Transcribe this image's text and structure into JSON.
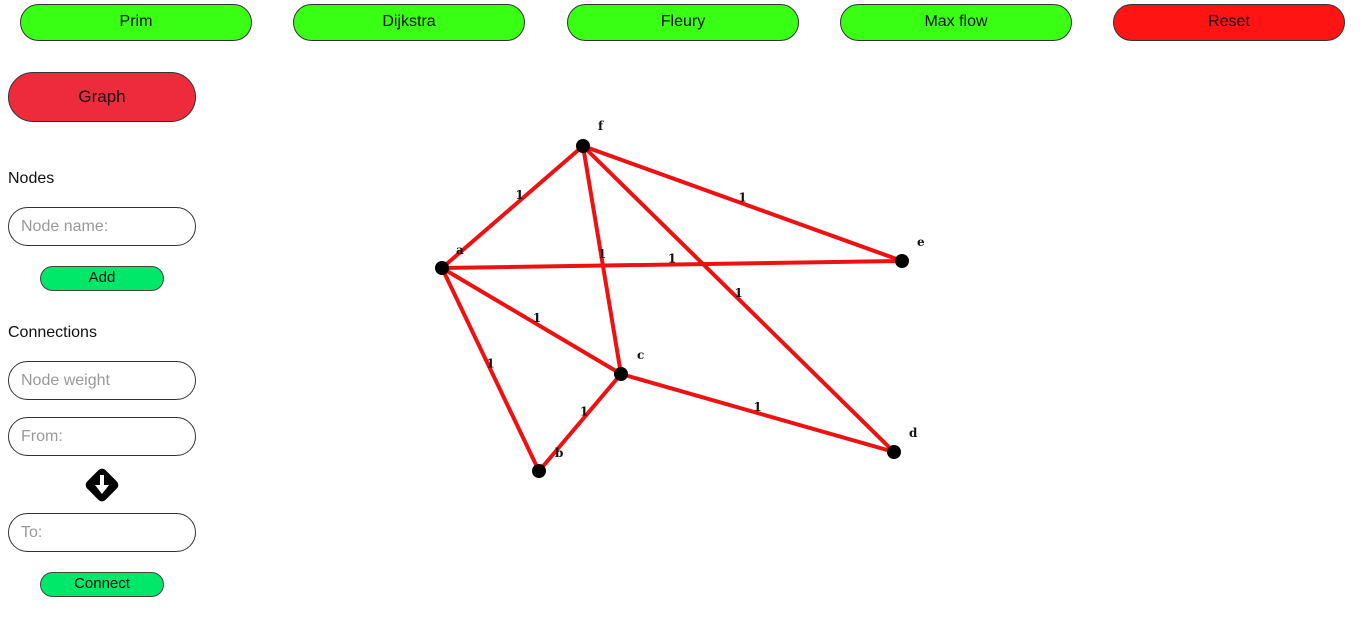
{
  "toolbar": {
    "prim": "Prim",
    "dijkstra": "Dijkstra",
    "fleury": "Fleury",
    "max_flow": "Max flow",
    "reset": "Reset"
  },
  "sidebar": {
    "graph_button": "Graph",
    "nodes_label": "Nodes",
    "node_name_placeholder": "Node name:",
    "add_button": "Add",
    "connections_label": "Connections",
    "weight_placeholder": "Node weight",
    "from_placeholder": "From:",
    "to_placeholder": "To:",
    "connect_button": "Connect"
  },
  "colors": {
    "algorithm_button": "#39ff14",
    "reset_button": "#ff1414",
    "graph_button": "#ee2b3c",
    "action_button": "#00e86a",
    "edge": "#ee1111"
  },
  "graph": {
    "nodes": [
      {
        "id": "a",
        "label": "a"
      },
      {
        "id": "b",
        "label": "b"
      },
      {
        "id": "c",
        "label": "c"
      },
      {
        "id": "d",
        "label": "d"
      },
      {
        "id": "e",
        "label": "e"
      },
      {
        "id": "f",
        "label": "f"
      }
    ],
    "edges": [
      {
        "from": "a",
        "to": "f",
        "weight": "1"
      },
      {
        "from": "f",
        "to": "e",
        "weight": "1"
      },
      {
        "from": "f",
        "to": "c",
        "weight": "1"
      },
      {
        "from": "a",
        "to": "e",
        "weight": "1"
      },
      {
        "from": "f",
        "to": "d",
        "weight": "1"
      },
      {
        "from": "a",
        "to": "c",
        "weight": "1"
      },
      {
        "from": "a",
        "to": "b",
        "weight": "1"
      },
      {
        "from": "c",
        "to": "b",
        "weight": "1"
      },
      {
        "from": "c",
        "to": "d",
        "weight": "1"
      }
    ]
  }
}
